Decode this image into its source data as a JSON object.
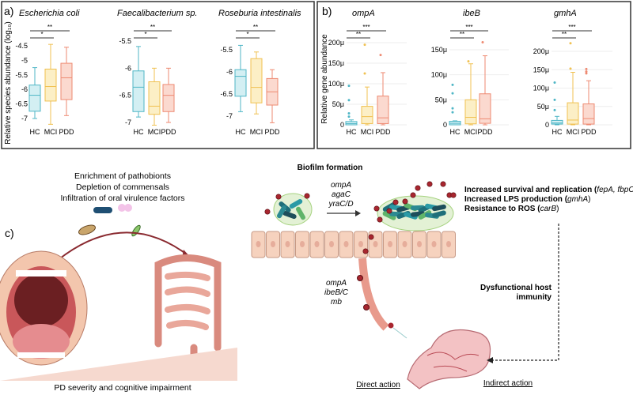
{
  "colors": {
    "HC": "#4fb6c6",
    "HC_fill": "#d3eff3",
    "MCI": "#f0c152",
    "MCI_fill": "#fcefc6",
    "PDD": "#ee8a72",
    "PDD_fill": "#fbd9cf",
    "tissue": "#f6d2be",
    "red": "#a8262f"
  },
  "panel_a": {
    "label": "a)",
    "ylabel": "Relative species abundance (log₁₀)"
  },
  "panel_b": {
    "label": "b)",
    "ylabel": "Relative gene abundance"
  },
  "chart_data": [
    {
      "type": "box",
      "panel": "a",
      "title": "Escherichia coli",
      "categories": [
        "HC",
        "MCI",
        "PDD"
      ],
      "yticks": [
        "-4.5",
        "-5",
        "-5.5",
        "-6",
        "-6.5",
        "-7"
      ],
      "ylim": [
        -7.25,
        -4.3
      ],
      "boxes": [
        {
          "min": -7.0,
          "q1": -6.75,
          "median": -6.2,
          "q3": -5.85,
          "max": -5.25,
          "outliers": []
        },
        {
          "min": -7.2,
          "q1": -6.4,
          "median": -5.9,
          "q3": -5.3,
          "max": -4.45,
          "outliers": []
        },
        {
          "min": -6.9,
          "q1": -6.35,
          "median": -5.6,
          "q3": -5.1,
          "max": -4.55,
          "outliers": []
        }
      ],
      "significance": [
        {
          "pair": [
            "HC",
            "MCI"
          ],
          "label": "*"
        },
        {
          "pair": [
            "HC",
            "PDD"
          ],
          "label": "**"
        }
      ]
    },
    {
      "type": "box",
      "panel": "a",
      "title": "Faecalibacterium sp.",
      "categories": [
        "HC",
        "MCI",
        "PDD"
      ],
      "yticks": [
        "-5.5",
        "-6",
        "-6.5",
        "-7"
      ],
      "ylim": [
        -7.1,
        -5.4
      ],
      "boxes": [
        {
          "min": -6.9,
          "q1": -6.8,
          "median": -6.35,
          "q3": -6.05,
          "max": -5.6,
          "outliers": []
        },
        {
          "min": -7.05,
          "q1": -6.85,
          "median": -6.7,
          "q3": -6.25,
          "max": -6.0,
          "outliers": []
        },
        {
          "min": -7.0,
          "q1": -6.8,
          "median": -6.5,
          "q3": -6.3,
          "max": -6.0,
          "outliers": []
        }
      ],
      "significance": [
        {
          "pair": [
            "HC",
            "MCI"
          ],
          "label": "*"
        },
        {
          "pair": [
            "HC",
            "PDD"
          ],
          "label": "**"
        }
      ]
    },
    {
      "type": "box",
      "panel": "a",
      "title": "Roseburia intestinalis",
      "categories": [
        "HC",
        "MCI",
        "PDD"
      ],
      "yticks": [
        "-5.5",
        "-6",
        "-6.5",
        "-7"
      ],
      "ylim": [
        -7.2,
        -5.3
      ],
      "boxes": [
        {
          "min": -6.9,
          "q1": -6.55,
          "median": -6.1,
          "q3": -5.95,
          "max": -5.4,
          "outliers": []
        },
        {
          "min": -6.95,
          "q1": -6.7,
          "median": -6.35,
          "q3": -5.7,
          "max": -5.55,
          "outliers": []
        },
        {
          "min": -7.15,
          "q1": -6.75,
          "median": -6.45,
          "q3": -6.15,
          "max": -5.95,
          "outliers": []
        }
      ],
      "significance": [
        {
          "pair": [
            "HC",
            "MCI"
          ],
          "label": "*"
        },
        {
          "pair": [
            "HC",
            "PDD"
          ],
          "label": "**"
        }
      ]
    },
    {
      "type": "box",
      "panel": "b",
      "title": "ompA",
      "categories": [
        "HC",
        "MCI",
        "PDD"
      ],
      "yticks": [
        "0",
        "50μ",
        "100μ",
        "150μ",
        "200μ"
      ],
      "ylim": [
        0,
        200
      ],
      "boxes": [
        {
          "min": 0,
          "q1": 0,
          "median": 3,
          "q3": 8,
          "max": 12,
          "outliers": [
            20,
            28,
            60,
            95
          ]
        },
        {
          "min": 0,
          "q1": 3,
          "median": 20,
          "q3": 45,
          "max": 92,
          "outliers": [
            125,
            195
          ]
        },
        {
          "min": 0,
          "q1": 3,
          "median": 17,
          "q3": 70,
          "max": 127,
          "outliers": [
            170
          ]
        }
      ],
      "significance": [
        {
          "pair": [
            "HC",
            "MCI"
          ],
          "label": "**"
        },
        {
          "pair": [
            "HC",
            "PDD"
          ],
          "label": "***"
        }
      ]
    },
    {
      "type": "box",
      "panel": "b",
      "title": "ibeB",
      "categories": [
        "HC",
        "MCI",
        "PDD"
      ],
      "yticks": [
        "0",
        "50μ",
        "100μ",
        "150μ"
      ],
      "ylim": [
        0,
        150
      ],
      "boxes": [
        {
          "min": 0,
          "q1": 0,
          "median": 3,
          "q3": 7,
          "max": 8,
          "outliers": [
            25,
            33,
            63,
            80
          ]
        },
        {
          "min": 0,
          "q1": 2,
          "median": 15,
          "q3": 50,
          "max": 122,
          "outliers": [
            127
          ]
        },
        {
          "min": 0,
          "q1": 3,
          "median": 12,
          "q3": 62,
          "max": 138,
          "outliers": [
            165
          ]
        }
      ],
      "significance": [
        {
          "pair": [
            "HC",
            "MCI"
          ],
          "label": "**"
        },
        {
          "pair": [
            "HC",
            "PDD"
          ],
          "label": "***"
        }
      ]
    },
    {
      "type": "box",
      "panel": "b",
      "title": "gmhA",
      "categories": [
        "HC",
        "MCI",
        "PDD"
      ],
      "yticks": [
        "0",
        "50μ",
        "100μ",
        "150μ",
        "200μ"
      ],
      "ylim": [
        0,
        200
      ],
      "boxes": [
        {
          "min": 0,
          "q1": 2,
          "median": 5,
          "q3": 12,
          "max": 23,
          "outliers": [
            40,
            68,
            115
          ]
        },
        {
          "min": 0,
          "q1": 2,
          "median": 13,
          "q3": 60,
          "max": 143,
          "outliers": [
            153,
            222
          ]
        },
        {
          "min": 0,
          "q1": 2,
          "median": 17,
          "q3": 57,
          "max": 120,
          "outliers": [
            140,
            145,
            152
          ]
        }
      ],
      "significance": [
        {
          "pair": [
            "HC",
            "MCI"
          ],
          "label": "**"
        },
        {
          "pair": [
            "HC",
            "PDD"
          ],
          "label": "***"
        }
      ]
    }
  ],
  "panel_c": {
    "label": "c)",
    "left_text": [
      "Enrichment of pathobionts",
      "Depletion of commensals",
      "Infiltration of oral virulence factors"
    ],
    "severity_label": "PD severity and cognitive impairment",
    "biofilm_title": "Biofilm formation",
    "biofilm_genes": [
      "ompA",
      "agaC",
      "yraC/D"
    ],
    "effects": [
      {
        "text": "Increased survival and replication (",
        "genes": "fepA, fbpC",
        "end": ")"
      },
      {
        "text": "Increased LPS production (",
        "genes": "gmhA",
        "end": ")"
      },
      {
        "text": "Resistance to ROS (",
        "genes": "carB",
        "end": ")"
      }
    ],
    "vessel_genes": [
      "ompA",
      "ibeB/C",
      "mb"
    ],
    "immunity": [
      "Dysfunctional host",
      "immunity"
    ],
    "direct_action": "Direct action",
    "indirect_action": "Indirect action"
  }
}
